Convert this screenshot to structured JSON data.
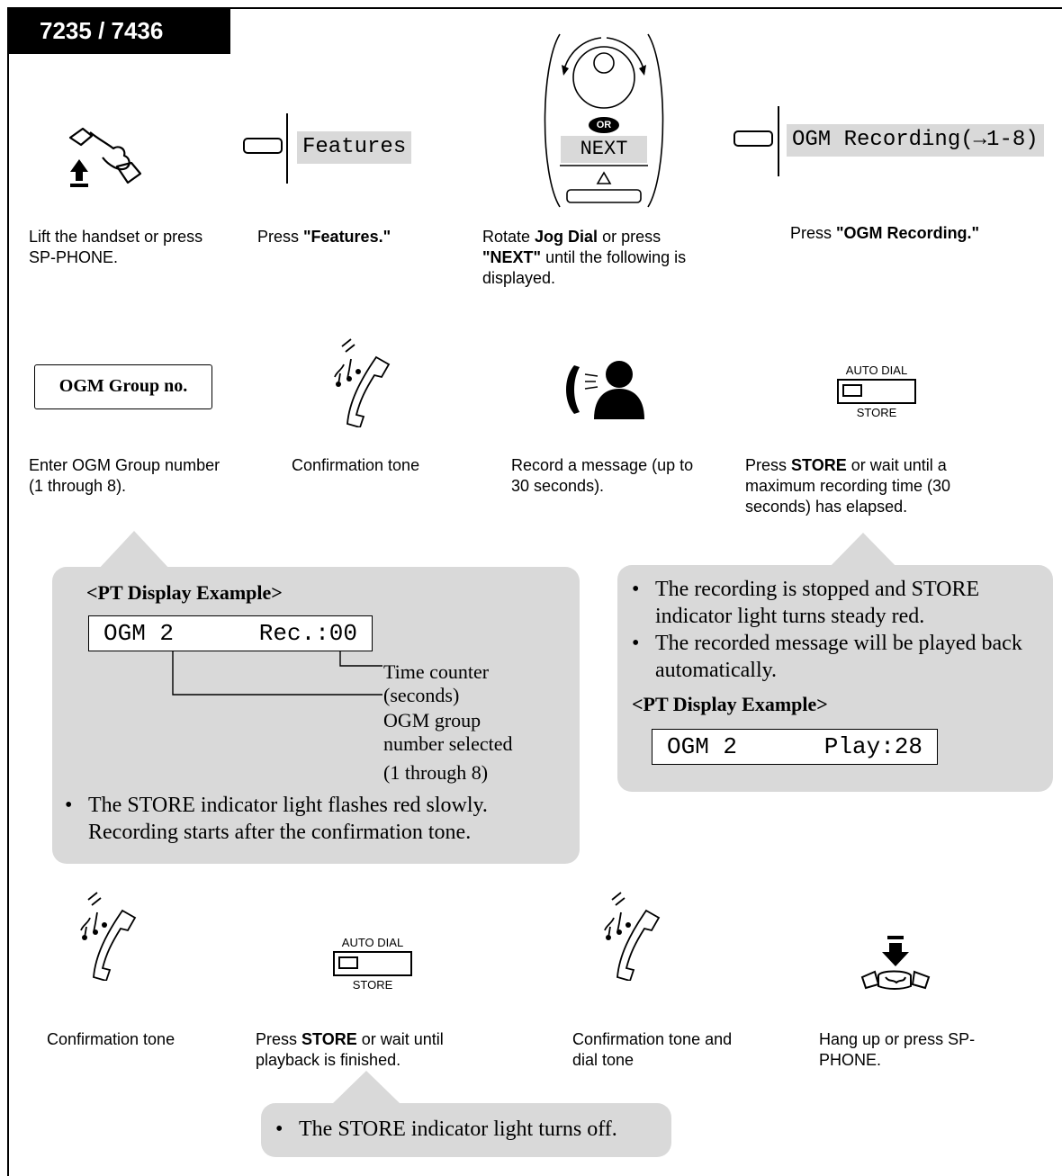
{
  "header": {
    "model": "7235 / 7436"
  },
  "step1": {
    "lift_caption": "Lift the handset or press SP-PHONE.",
    "features_display": "Features",
    "features_caption_pre": "Press ",
    "features_caption_bold": "\"Features.\"",
    "jog": {
      "or_label": "OR",
      "next_label": "NEXT"
    },
    "jog_caption_1": "Rotate ",
    "jog_caption_bold1": "Jog Dial",
    "jog_caption_2": " or press",
    "jog_caption_bold2": "\"NEXT\"",
    "jog_caption_3": " until the following is displayed.",
    "ogm_display": "OGM Recording(→1-8)",
    "ogm_caption_pre": "Press ",
    "ogm_caption_bold": "\"OGM Recording.\""
  },
  "step2": {
    "group_box": "OGM Group no.",
    "group_caption": "Enter OGM Group number (1 through 8).",
    "tone_caption": "Confirmation tone",
    "record_caption": "Record a message (up to 30 seconds).",
    "store": {
      "top": "AUTO DIAL",
      "bottom": "STORE"
    },
    "store_caption_pre": "Press ",
    "store_caption_bold": "STORE",
    "store_caption_post": " or wait until a maximum recording time (30 seconds) has elapsed."
  },
  "bubble_left": {
    "heading": "<PT Display Example>",
    "display_left": "OGM 2",
    "display_right": "Rec.:00",
    "callout1_l1": "Time counter",
    "callout1_l2": "(seconds)",
    "callout2_l1": "OGM group",
    "callout2_l2": "number selected",
    "callout2_l3": "(1 through 8)",
    "bullet1": "The STORE indicator light flashes red slowly.",
    "bullet1_cont": "Recording starts after the confirmation tone."
  },
  "bubble_right": {
    "bullet1": "The recording is stopped and STORE indicator light turns steady red.",
    "bullet2": "The recorded message will be played back automatically.",
    "heading": "<PT Display Example>",
    "display_left": "OGM 2",
    "display_right": "Play:28"
  },
  "step3": {
    "tone_caption": "Confirmation tone",
    "store": {
      "top": "AUTO DIAL",
      "bottom": "STORE"
    },
    "store_caption_pre": "Press ",
    "store_caption_bold": "STORE",
    "store_caption_post": " or wait until playback is finished.",
    "tone2_caption": "Confirmation tone and dial tone",
    "hangup_caption": "Hang up or press SP-PHONE."
  },
  "bubble_bottom": {
    "bullet1": "The STORE indicator light turns off."
  }
}
